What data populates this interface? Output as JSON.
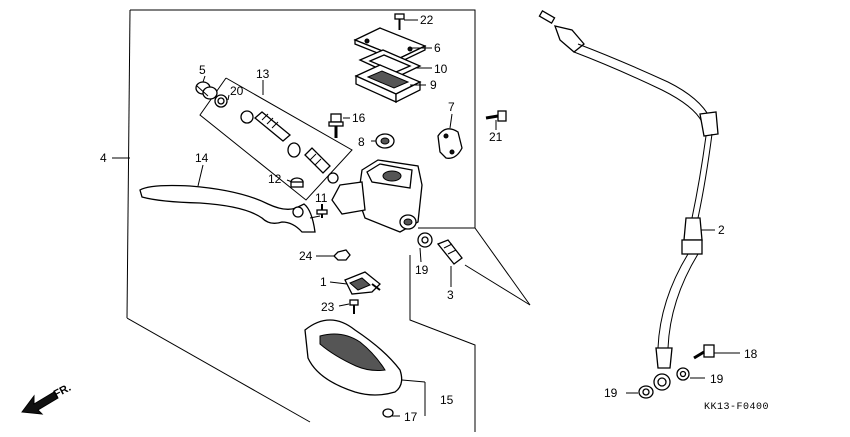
{
  "diagram": {
    "catalog_code": "KK13-F0400",
    "direction_label": "FR.",
    "callouts": [
      {
        "id": "c22",
        "text": "22"
      },
      {
        "id": "c6",
        "text": "6"
      },
      {
        "id": "c10",
        "text": "10"
      },
      {
        "id": "c9",
        "text": "9"
      },
      {
        "id": "c5",
        "text": "5"
      },
      {
        "id": "c13",
        "text": "13"
      },
      {
        "id": "c20",
        "text": "20"
      },
      {
        "id": "c16",
        "text": "16"
      },
      {
        "id": "c7",
        "text": "7"
      },
      {
        "id": "c8",
        "text": "8"
      },
      {
        "id": "c21",
        "text": "21"
      },
      {
        "id": "c4",
        "text": "4"
      },
      {
        "id": "c14",
        "text": "14"
      },
      {
        "id": "c12",
        "text": "12"
      },
      {
        "id": "c11",
        "text": "11"
      },
      {
        "id": "c24",
        "text": "24"
      },
      {
        "id": "c1",
        "text": "1"
      },
      {
        "id": "c19a",
        "text": "19"
      },
      {
        "id": "c3",
        "text": "3"
      },
      {
        "id": "c2",
        "text": "2"
      },
      {
        "id": "c23",
        "text": "23"
      },
      {
        "id": "c15",
        "text": "15"
      },
      {
        "id": "c17",
        "text": "17"
      },
      {
        "id": "c18",
        "text": "18"
      },
      {
        "id": "c19b",
        "text": "19"
      },
      {
        "id": "c19c",
        "text": "19"
      }
    ]
  }
}
